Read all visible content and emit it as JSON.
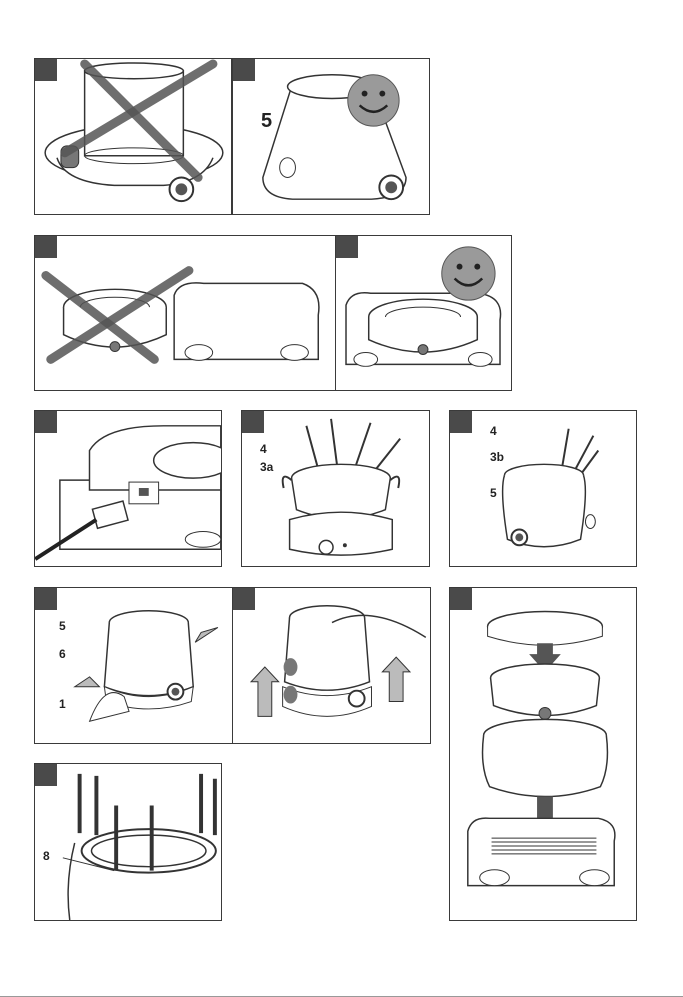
{
  "panels": {
    "p2": {
      "label": "5"
    },
    "p6": {
      "label_4": "4",
      "label_3a": "3a"
    },
    "p7": {
      "label_4": "4",
      "label_3b": "3b",
      "label_5": "5"
    },
    "p8": {
      "label_5": "5",
      "label_6": "6",
      "label_1": "1"
    },
    "p11": {
      "label_8": "8"
    }
  },
  "colors": {
    "frame": "#3a3a3a",
    "tab": "#4a4a4a",
    "smiley": "#9a9a9a",
    "cross": "#555555",
    "line": "#333333"
  }
}
